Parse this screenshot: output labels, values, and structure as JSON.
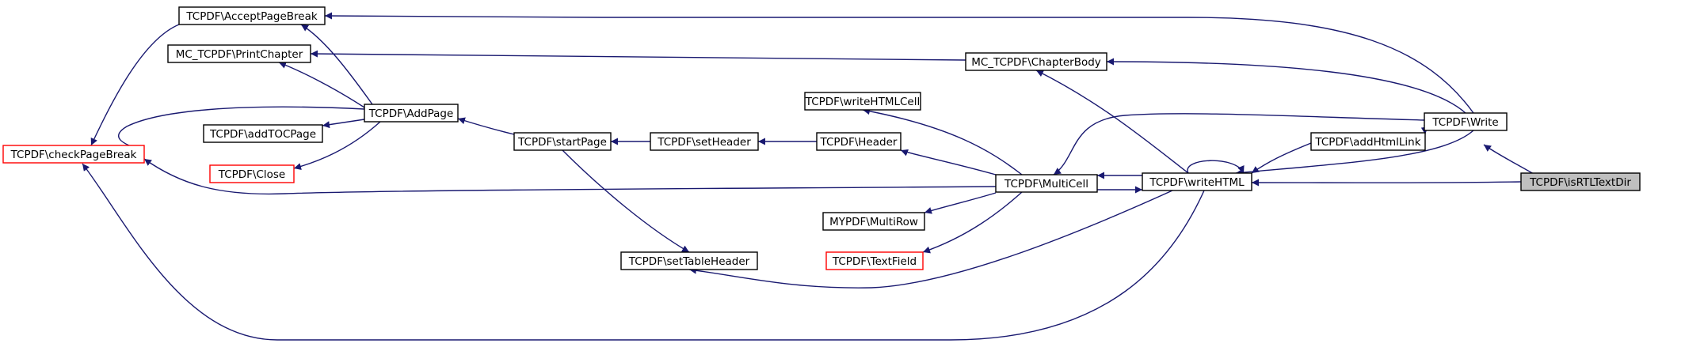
{
  "graph": {
    "nodes": [
      {
        "id": "isRTLTextDir",
        "label": "TCPDF\\isRTLTextDir",
        "kind": "root"
      },
      {
        "id": "Write",
        "label": "TCPDF\\Write",
        "kind": "normal"
      },
      {
        "id": "writeHTML",
        "label": "TCPDF\\writeHTML",
        "kind": "normal"
      },
      {
        "id": "addHtmlLink",
        "label": "TCPDF\\addHtmlLink",
        "kind": "normal"
      },
      {
        "id": "ChapterBody",
        "label": "MC_TCPDF\\ChapterBody",
        "kind": "normal"
      },
      {
        "id": "MultiCell",
        "label": "TCPDF\\MultiCell",
        "kind": "normal"
      },
      {
        "id": "writeHTMLCell",
        "label": "TCPDF\\writeHTMLCell",
        "kind": "normal"
      },
      {
        "id": "Header",
        "label": "TCPDF\\Header",
        "kind": "normal"
      },
      {
        "id": "MultiRow",
        "label": "MYPDF\\MultiRow",
        "kind": "normal"
      },
      {
        "id": "TextField",
        "label": "TCPDF\\TextField",
        "kind": "red"
      },
      {
        "id": "setHeader",
        "label": "TCPDF\\setHeader",
        "kind": "normal"
      },
      {
        "id": "startPage",
        "label": "TCPDF\\startPage",
        "kind": "normal"
      },
      {
        "id": "setTableHeader",
        "label": "TCPDF\\setTableHeader",
        "kind": "normal"
      },
      {
        "id": "AddPage",
        "label": "TCPDF\\AddPage",
        "kind": "normal"
      },
      {
        "id": "AcceptPageBreak",
        "label": "TCPDF\\AcceptPageBreak",
        "kind": "normal"
      },
      {
        "id": "PrintChapter",
        "label": "MC_TCPDF\\PrintChapter",
        "kind": "normal"
      },
      {
        "id": "addTOCPage",
        "label": "TCPDF\\addTOCPage",
        "kind": "normal"
      },
      {
        "id": "Close",
        "label": "TCPDF\\Close",
        "kind": "red"
      },
      {
        "id": "checkPageBreak",
        "label": "TCPDF\\checkPageBreak",
        "kind": "red"
      }
    ],
    "edges": [
      {
        "from": "isRTLTextDir",
        "to": "Write"
      },
      {
        "from": "isRTLTextDir",
        "to": "writeHTML"
      },
      {
        "from": "Write",
        "to": "AcceptPageBreak"
      },
      {
        "from": "Write",
        "to": "ChapterBody"
      },
      {
        "from": "Write",
        "to": "MultiCell"
      },
      {
        "from": "Write",
        "to": "writeHTML"
      },
      {
        "from": "Write",
        "to": "addHtmlLink"
      },
      {
        "from": "addHtmlLink",
        "to": "writeHTML"
      },
      {
        "from": "writeHTML",
        "to": "writeHTML"
      },
      {
        "from": "writeHTML",
        "to": "MultiCell"
      },
      {
        "from": "writeHTML",
        "to": "ChapterBody"
      },
      {
        "from": "writeHTML",
        "to": "setTableHeader"
      },
      {
        "from": "writeHTML",
        "to": "checkPageBreak"
      },
      {
        "from": "MultiCell",
        "to": "writeHTML"
      },
      {
        "from": "MultiCell",
        "to": "writeHTMLCell"
      },
      {
        "from": "MultiCell",
        "to": "Header"
      },
      {
        "from": "MultiCell",
        "to": "MultiRow"
      },
      {
        "from": "MultiCell",
        "to": "TextField"
      },
      {
        "from": "MultiCell",
        "to": "checkPageBreak"
      },
      {
        "from": "ChapterBody",
        "to": "PrintChapter"
      },
      {
        "from": "Header",
        "to": "setHeader"
      },
      {
        "from": "setHeader",
        "to": "startPage"
      },
      {
        "from": "startPage",
        "to": "AddPage"
      },
      {
        "from": "startPage",
        "to": "setTableHeader"
      },
      {
        "from": "AddPage",
        "to": "AcceptPageBreak"
      },
      {
        "from": "AddPage",
        "to": "PrintChapter"
      },
      {
        "from": "AddPage",
        "to": "addTOCPage"
      },
      {
        "from": "AddPage",
        "to": "Close"
      },
      {
        "from": "AddPage",
        "to": "checkPageBreak"
      },
      {
        "from": "AcceptPageBreak",
        "to": "checkPageBreak"
      }
    ]
  },
  "colors": {
    "edge": "#191970",
    "node_border": "#000000",
    "node_border_red": "#ff0000",
    "root_fill": "#bfbfbf"
  }
}
